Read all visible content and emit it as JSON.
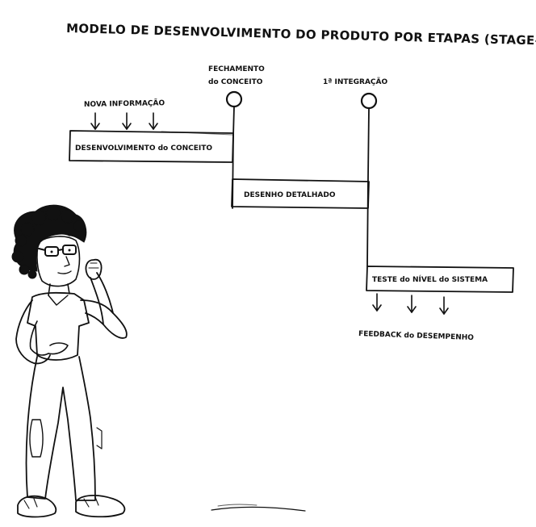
{
  "title": "MODELO DE DESENVOLVIMENTO DO PRODUTO POR ETAPAS (STAGE-GATE)",
  "gates": [
    {
      "label_line1": "FECHAMENTO",
      "label_line2": "do CONCEITO"
    },
    {
      "label": "1ª INTEGRAÇÃO"
    }
  ],
  "inputs": {
    "label": "NOVA INFORMAÇÃO"
  },
  "stages": [
    {
      "label": "DESENVOLVIMENTO do CONCEITO"
    },
    {
      "label": "DESENHO DETALHADO"
    },
    {
      "label": "TESTE do NÍVEL do SISTEMA"
    }
  ],
  "outputs": {
    "label": "FEEDBACK do DESEMPENHO"
  },
  "illustration": {
    "subject": "thinking-person-character"
  }
}
